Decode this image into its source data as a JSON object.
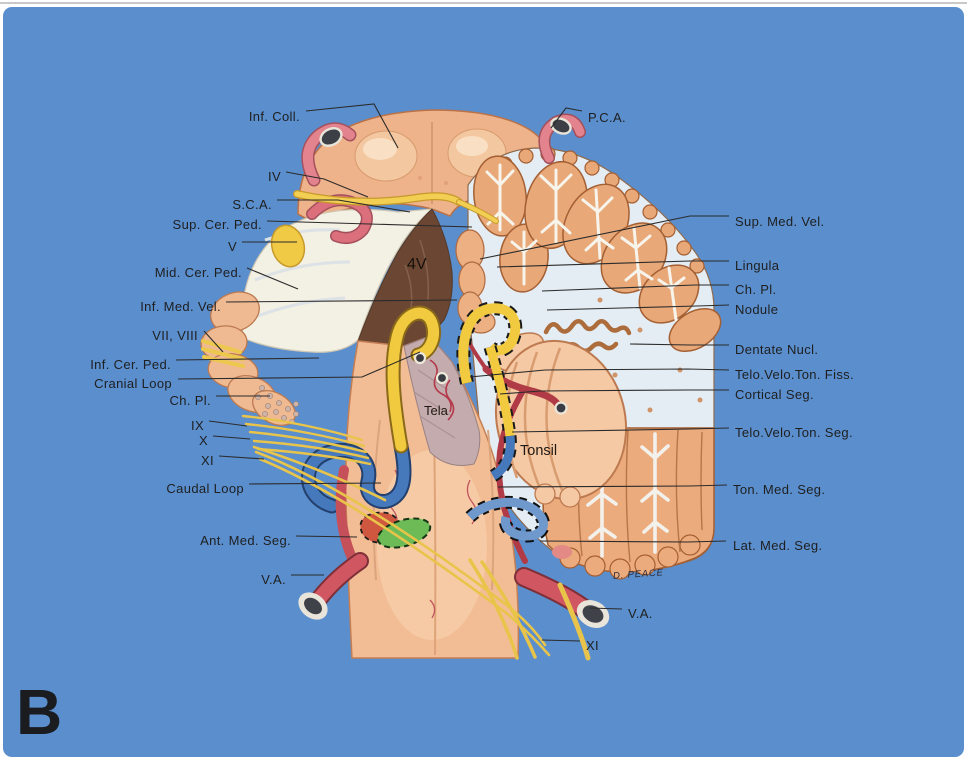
{
  "panel": {
    "letter": "B"
  },
  "signature": "D. PEACE",
  "colors": {
    "canvas_blue": "#5a8ecd",
    "frame_white": "#ffffff",
    "label_ink": "#1f1f1f",
    "artery_red": "#d05662",
    "artery_pink": "#e2838d",
    "nerve_yellow": "#f2ca40",
    "pica_blue": "#4679bb",
    "marker_green": "#6cbb57",
    "ventricle_brown": "#6b4733"
  },
  "labels": {
    "left": [
      {
        "text": "Inf. Coll."
      },
      {
        "text": "IV"
      },
      {
        "text": "S.C.A."
      },
      {
        "text": "Sup. Cer. Ped."
      },
      {
        "text": "V"
      },
      {
        "text": "Mid. Cer. Ped."
      },
      {
        "text": "Inf. Med. Vel."
      },
      {
        "text": "VII, VIII"
      },
      {
        "text": "Inf. Cer. Ped."
      },
      {
        "text": "Cranial Loop"
      },
      {
        "text": "Ch. Pl."
      },
      {
        "text": "IX"
      },
      {
        "text": "X"
      },
      {
        "text": "XI"
      },
      {
        "text": "Caudal Loop"
      },
      {
        "text": "Ant. Med. Seg."
      },
      {
        "text": "V.A."
      }
    ],
    "right": [
      {
        "text": "P.C.A."
      },
      {
        "text": "Sup. Med. Vel."
      },
      {
        "text": "Lingula"
      },
      {
        "text": "Ch. Pl."
      },
      {
        "text": "Nodule"
      },
      {
        "text": "Dentate Nucl."
      },
      {
        "text": "Telo.Velo.Ton. Fiss."
      },
      {
        "text": "Cortical Seg."
      },
      {
        "text": "Telo.Velo.Ton. Seg."
      },
      {
        "text": "Ton. Med. Seg."
      },
      {
        "text": "Lat. Med. Seg."
      },
      {
        "text": "V.A."
      },
      {
        "text": "XI"
      }
    ],
    "center": [
      {
        "text": "4V"
      },
      {
        "text": "Tela"
      },
      {
        "text": "Tonsil"
      }
    ]
  }
}
